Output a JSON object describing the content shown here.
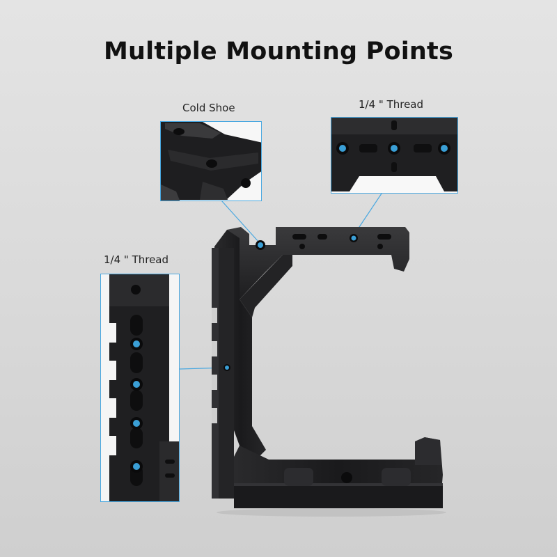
{
  "title": "Multiple Mounting Points",
  "callouts": {
    "cold_shoe": {
      "label": "Cold Shoe"
    },
    "top_thread": {
      "label": "1/4 \" Thread"
    },
    "side_thread": {
      "label": "1/4 \" Thread"
    }
  },
  "colors": {
    "accent_blue": "#4aa8e0",
    "cage_metal": "#1c1c1e",
    "background": "#dcdcdc"
  }
}
